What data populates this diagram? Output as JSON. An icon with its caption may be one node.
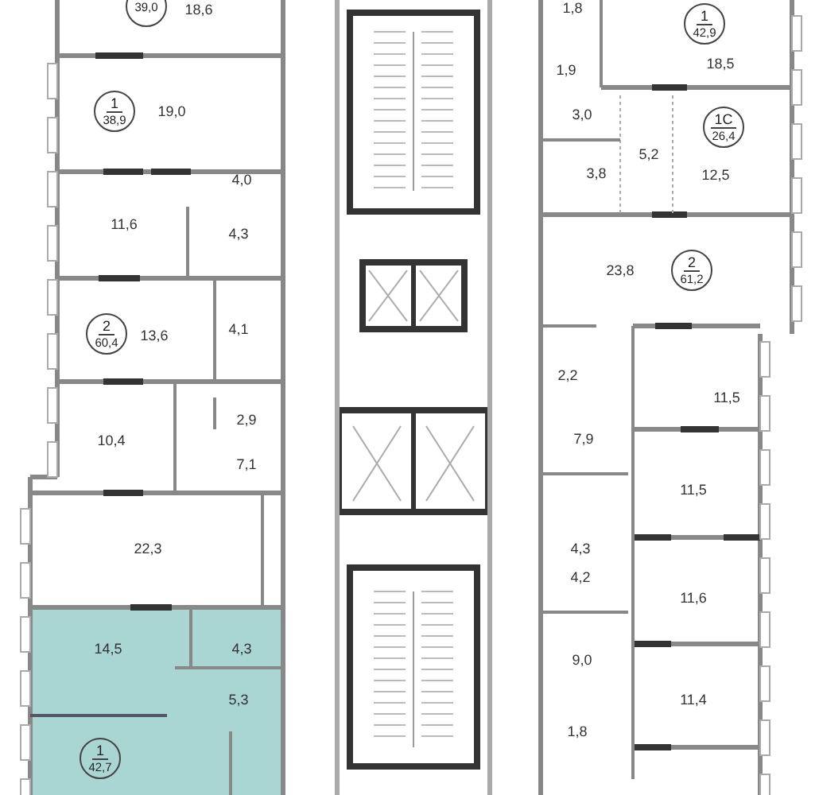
{
  "diagram": {
    "nodes": [
      {
        "text": [
          "39,0"
        ]
      },
      {
        "text": [
          "1",
          "38,9"
        ]
      },
      {
        "text": [
          "2",
          "60,4"
        ]
      },
      {
        "text": [
          "1",
          "42,7"
        ]
      },
      {
        "text": [
          "1",
          "42,9"
        ]
      },
      {
        "text": [
          "1С",
          "26,4"
        ]
      },
      {
        "text": [
          "2",
          "61,2"
        ]
      }
    ],
    "labels": [
      "18,6",
      "19,0",
      "4,0",
      "11,6",
      "4,3",
      "13,6",
      "4,1",
      "2,9",
      "10,4",
      "7,1",
      "22,3",
      "14,5",
      "4,3",
      "5,3",
      "1,8",
      "18,5",
      "1,9",
      "3,0",
      "5,2",
      "3,8",
      "12,5",
      "23,8",
      "2,2",
      "11,5",
      "7,9",
      "11,5",
      "4,3",
      "4,2",
      "11,6",
      "9,0",
      "11,4",
      "1,8"
    ]
  }
}
